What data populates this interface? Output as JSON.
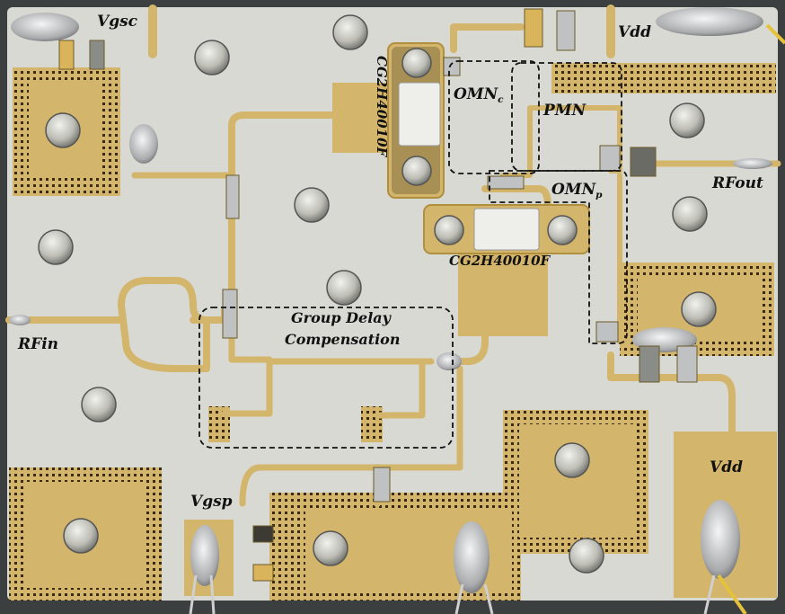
{
  "labels": {
    "vgsc": "Vgsc",
    "vdd_top": "Vdd",
    "omn_c_main": "OMN",
    "omn_c_sub": "c",
    "pmn": "PMN",
    "transistor_top": "CG2H40010F",
    "omn_p_main": "OMN",
    "omn_p_sub": "p",
    "rfout": "RFout",
    "transistor_bottom": "CG2H40010F",
    "rfin": "RFin",
    "group_delay_line1": "Group Delay",
    "group_delay_line2": "Compensation",
    "vdd_bottom": "Vdd",
    "vgsp": "Vgsp"
  },
  "colors": {
    "substrate": "#d8d9d2",
    "gold": "#d3b56b",
    "gold_dark": "#b08f3e",
    "via": "#3a2a12",
    "screw": "#c9c9c4",
    "solder": "#bfc1c2",
    "capacitor": "#d9b45a",
    "dashed_box": "#111111"
  }
}
